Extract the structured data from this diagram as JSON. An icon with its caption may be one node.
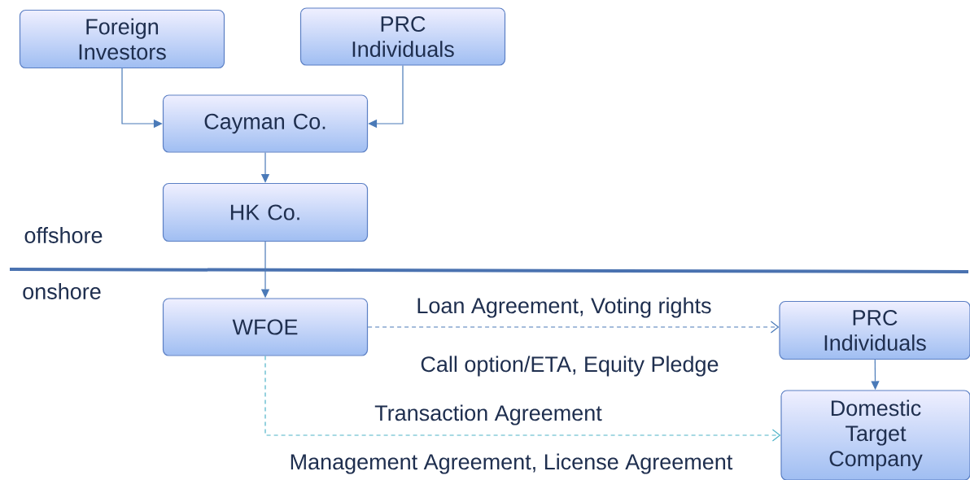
{
  "diagram": {
    "nodes": [
      {
        "text": [
          "Foreign Investors"
        ]
      },
      {
        "text": [
          "PRC Individuals"
        ]
      },
      {
        "text": [
          "Cayman Co."
        ]
      },
      {
        "text": [
          "HK Co."
        ]
      },
      {
        "text": [
          "WFOE"
        ]
      },
      {
        "text": [
          "PRC Individuals"
        ]
      },
      {
        "text": [
          "Domestic Target Company"
        ]
      }
    ],
    "edges": [
      {
        "from": 0,
        "to": 2,
        "arrow": "to"
      },
      {
        "from": 1,
        "to": 2,
        "arrow": "to"
      },
      {
        "from": 2,
        "to": 3,
        "arrow": "to"
      },
      {
        "from": 3,
        "to": 4,
        "arrow": "to"
      },
      {
        "from": 4,
        "to": 5,
        "arrow": "to",
        "style": "dashed",
        "label": "Loan Agreement, Voting rights"
      },
      {
        "from": 5,
        "to": 6,
        "arrow": "to"
      },
      {
        "from": 4,
        "to": 6,
        "arrow": "to",
        "style": "dashed",
        "color": "#4fb3c8",
        "label": "Transaction Agreement"
      }
    ],
    "labels": [
      "offshore",
      "onshore",
      "Call option/ETA, Equity Pledge",
      "Management Agreement, License Agreement"
    ]
  }
}
